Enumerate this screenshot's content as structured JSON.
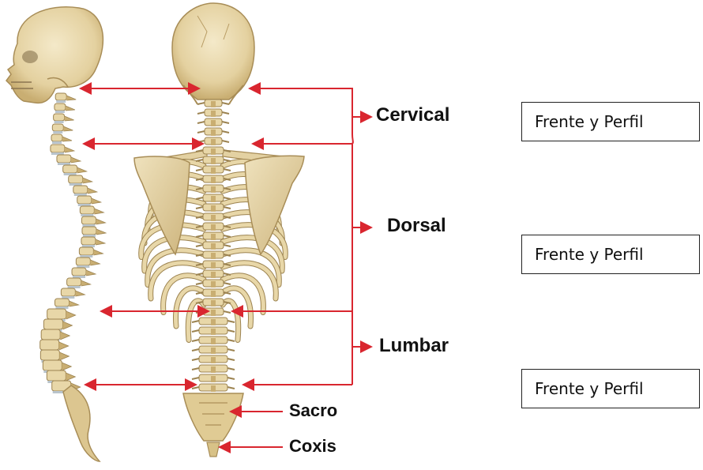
{
  "regions": {
    "cervical": "Cervical",
    "dorsal": "Dorsal",
    "lumbar": "Lumbar",
    "sacro": "Sacro",
    "coxis": "Coxis"
  },
  "view_boxes": [
    "Frente y Perfil",
    "Frente y Perfil",
    "Frente y Perfil"
  ],
  "colors": {
    "bone": "#e8d7a8",
    "bone_shade": "#c9ae72",
    "bone_dark": "#9c8350",
    "arrow": "#d9262f",
    "disc": "#b9c4cc"
  }
}
